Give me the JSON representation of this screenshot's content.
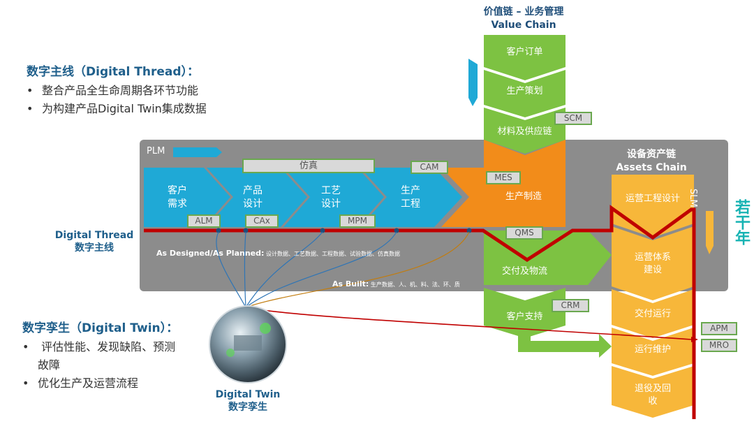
{
  "digital_thread_panel": {
    "title": "数字主线（Digital Thread）：",
    "bullets": [
      "整合产品全生命周期各环节功能",
      "为构建产品Digital Twin集成数据"
    ]
  },
  "digital_twin_panel": {
    "title": "数字孪生（Digital Twin）：",
    "bullets": [
      "评估性能、发现缺陷、预测故障",
      "优化生产及运营流程"
    ],
    "bullet1_line1": "评估性能、发现缺陷、预测",
    "bullet1_line2": "故障"
  },
  "value_chain": {
    "title_cn": "价值链 – 业务管理",
    "title_en": "Value Chain",
    "steps": [
      "客户订单",
      "生产策划",
      "材料及供应链",
      "生产制造",
      "交付及物流",
      "客户支持"
    ]
  },
  "assets_chain": {
    "title_cn": "设备资产链",
    "title_en": "Assets Chain",
    "steps": [
      "运营工程设计",
      "运营体系建设",
      "交付运行",
      "运行维护",
      "退役及回收"
    ],
    "step2_line1": "运营体系",
    "step2_line2": "建设",
    "step5_line1": "退役及回",
    "step5_line2": "收"
  },
  "plm": {
    "label": "PLM",
    "stages": [
      {
        "l1": "客户",
        "l2": "需求"
      },
      {
        "l1": "产品",
        "l2": "设计"
      },
      {
        "l1": "工艺",
        "l2": "设计"
      },
      {
        "l1": "生产",
        "l2": "工程"
      }
    ],
    "sim_label": "仿真"
  },
  "tags": {
    "alm": "ALM",
    "cax": "CAx",
    "mpm": "MPM",
    "cam": "CAM",
    "mes": "MES",
    "qms": "QMS",
    "scm": "SCM",
    "crm": "CRM",
    "apm": "APM",
    "mro": "MRO"
  },
  "slm_label": "SLM",
  "years_label": "若干年",
  "thread_label": {
    "en": "Digital Thread",
    "cn": "数字主线"
  },
  "twin_label": {
    "en": "Digital Twin",
    "cn": "数字孪生"
  },
  "as_designed": {
    "bold": "As Designed/As Planned:",
    "detail": "设计数据、工艺数据、工程数据、试验数据、仿真数据"
  },
  "as_built": {
    "bold": "As Built:",
    "detail": "生产数据、人、机、料、法、环、质"
  },
  "colors": {
    "plm_band": "#8c8c8c",
    "plm_blue": "#1fa9d6",
    "green": "#7dc242",
    "orange": "#f28c1a",
    "yellow": "#f7b73a",
    "thread_red": "#c00000",
    "title_blue": "#1f5f8b"
  }
}
